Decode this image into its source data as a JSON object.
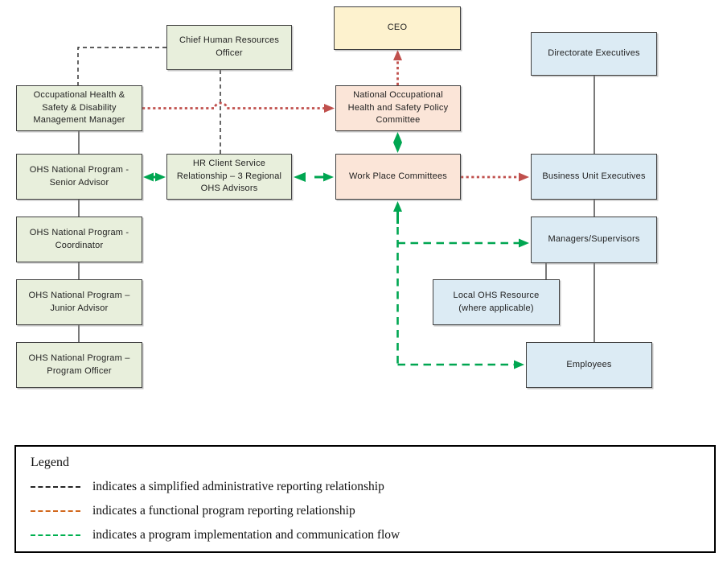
{
  "colors": {
    "box_border": "#404040",
    "box_green": "#E8EFDC",
    "box_yellow": "#FDF2CE",
    "box_pink": "#FBE5D8",
    "box_blue": "#DCEBF4",
    "text": "#1F1F1F",
    "administrative": "#262626",
    "functional": "#C0504D",
    "flow": "#00A651",
    "legend_functional": "#D2691E",
    "legend_flow": "#00B050"
  },
  "boxes": {
    "ceo": "CEO",
    "chro": "Chief Human Resources\nOfficer",
    "ohs_manager": "Occupational Health &\nSafety & Disability\nManagement Manager",
    "nohspc": "National Occupational\nHealth and Safety Policy\nCommittee",
    "directorate": "Directorate Executives",
    "senior_advisor": "OHS National Program -\nSenior Advisor",
    "hr_advisors": "HR Client Service\nRelationship – 3 Regional\nOHS Advisors",
    "wpc": "Work Place Committees",
    "bue": "Business Unit Executives",
    "coordinator": "OHS National Program -\nCoordinator",
    "managers": "Managers/Supervisors",
    "junior_advisor": "OHS National Program –\nJunior Advisor",
    "local_ohs": "Local OHS Resource\n(where applicable)",
    "program_officer": "OHS National Program –\nProgram Officer",
    "employees": "Employees"
  },
  "legend": {
    "title": "Legend",
    "items": [
      {
        "label": "indicates a simplified administrative reporting relationship"
      },
      {
        "label": "indicates a functional program reporting relationship"
      },
      {
        "label": "indicates a program implementation and communication flow"
      }
    ]
  }
}
